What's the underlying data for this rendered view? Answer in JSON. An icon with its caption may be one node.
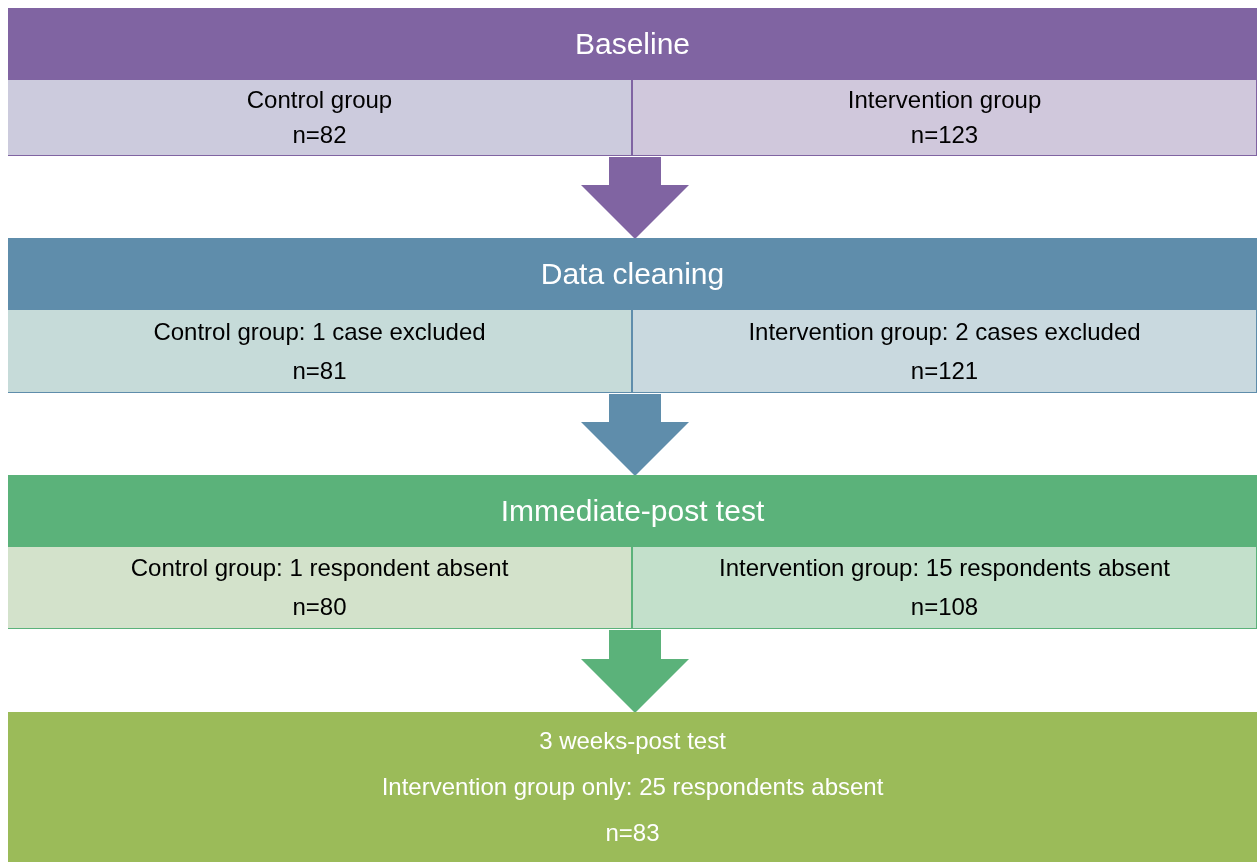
{
  "diagram": {
    "nodes": [
      {
        "text": [
          "Baseline"
        ]
      },
      {
        "text": [
          "Control group",
          "n=82"
        ],
        "in": 0
      },
      {
        "text": [
          "Intervention group",
          "n=123"
        ],
        "in": 0
      },
      {
        "text": [
          "Data cleaning"
        ]
      },
      {
        "text": [
          "Control group: 1 case excluded",
          "n=81"
        ],
        "in": 3
      },
      {
        "text": [
          "Intervention group: 2 cases excluded",
          "n=121"
        ],
        "in": 3
      },
      {
        "text": [
          "Immediate-post test"
        ]
      },
      {
        "text": [
          "Control group: 1 respondent absent",
          "n=80"
        ],
        "in": 6
      },
      {
        "text": [
          "Intervention group: 15 respondents absent",
          "n=108"
        ],
        "in": 6
      },
      {
        "text": [
          "3 weeks-post test",
          "Intervention group only: 25 respondents absent",
          "n=83"
        ]
      }
    ],
    "edges": [
      {
        "from": 0,
        "to": 3,
        "arrow": "to",
        "color": "#8064a2"
      },
      {
        "from": 3,
        "to": 6,
        "arrow": "to",
        "color": "#5f8dab"
      },
      {
        "from": 6,
        "to": 9,
        "arrow": "to",
        "color": "#5bb27a"
      }
    ]
  }
}
